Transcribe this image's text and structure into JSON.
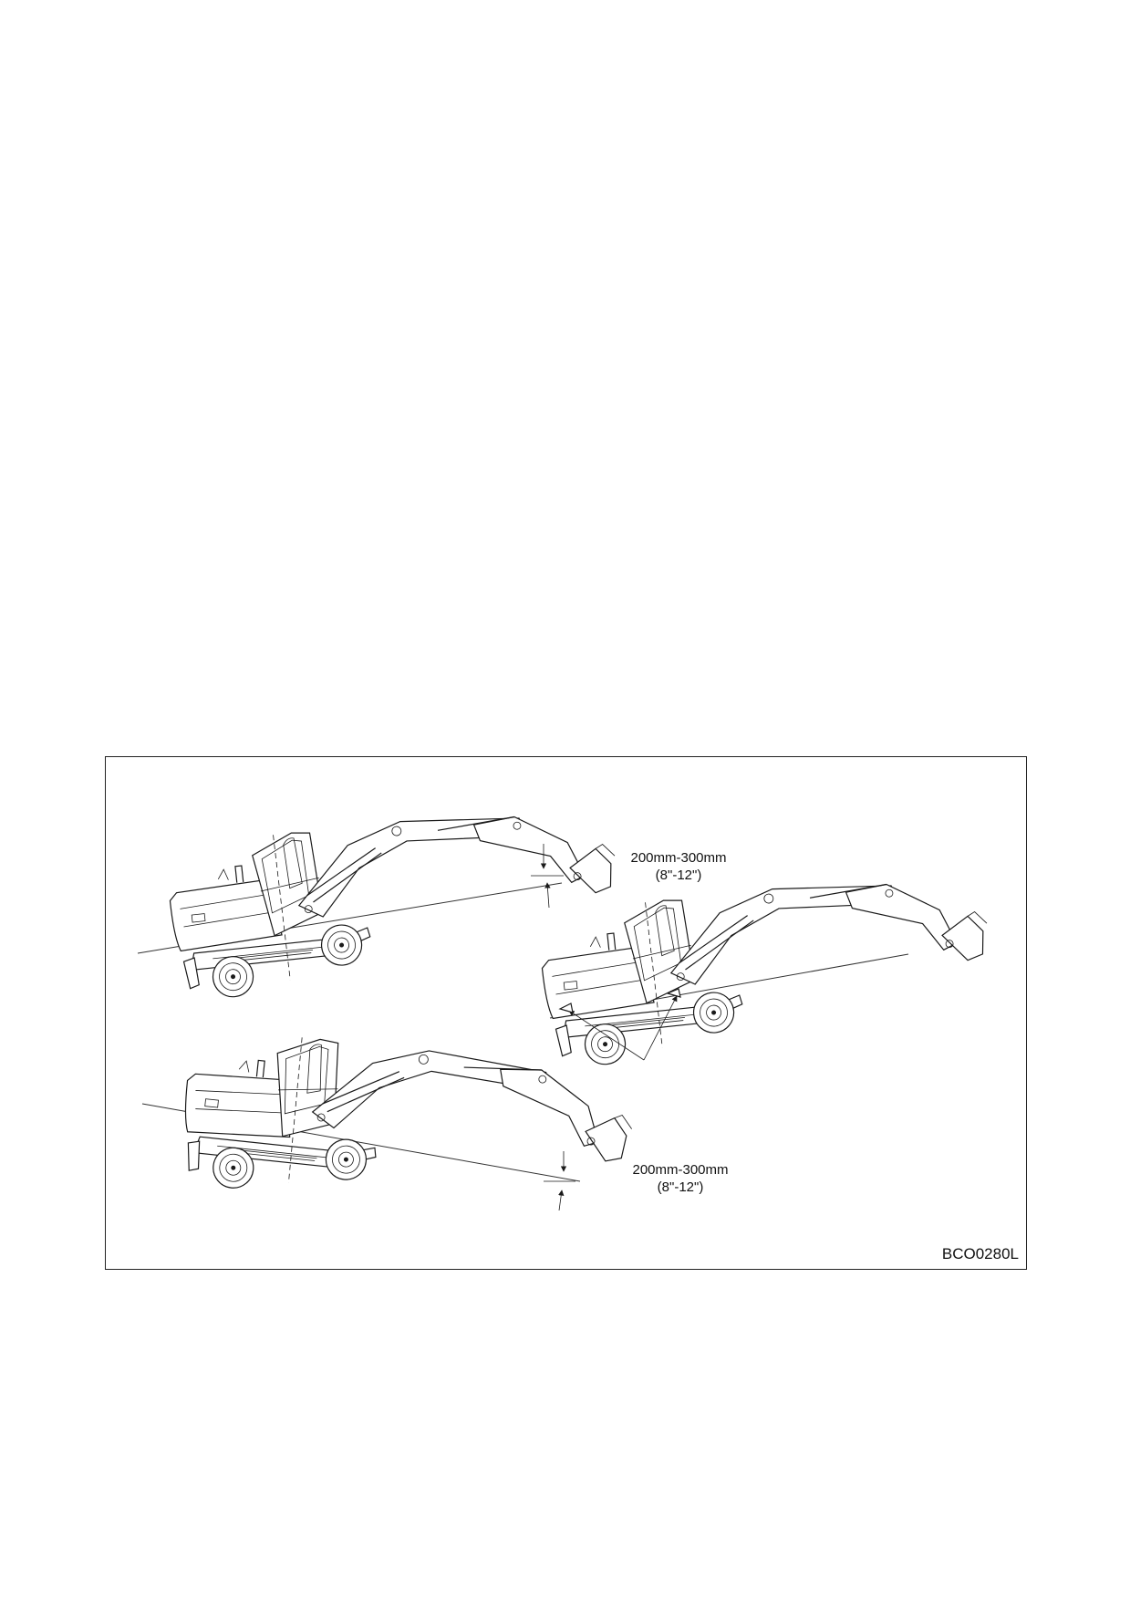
{
  "figure": {
    "code": "BCO0280L",
    "labels": [
      {
        "line1": "200mm-300mm",
        "line2": "(8\"-12\")"
      },
      {
        "line1": "200mm-300mm",
        "line2": "(8\"-12\")"
      }
    ]
  },
  "colors": {
    "line": "#1a1a1a",
    "frame": "#222222",
    "background": "#ffffff"
  }
}
